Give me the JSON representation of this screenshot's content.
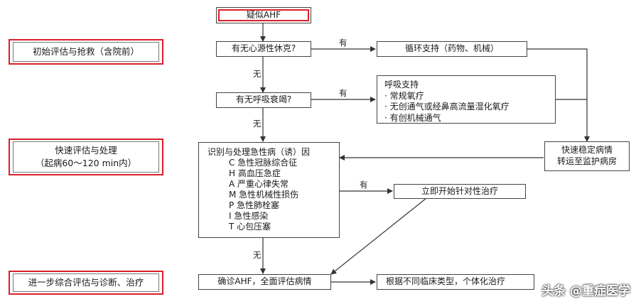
{
  "stages": {
    "initial": "初始评估与抢救（含院前）",
    "rapid_line1": "快速评估与处理",
    "rapid_line2": "（起病60～120 min内）",
    "further": "进一步综合评估与诊断、治疗"
  },
  "nodes": {
    "suspect": "疑似AHF",
    "shock_q": "有无心源性休克?",
    "circ_support": "循环支持（药物、机械）",
    "resp_q": "有无呼吸衰竭?",
    "resp_support_title": "呼吸支持",
    "resp_support_items": [
      "· 常规氧疗",
      "· 无创通气或经鼻高流量湿化氧疗",
      "· 有创机械通气"
    ],
    "stabilize_line1": "快速稳定病情",
    "stabilize_line2": "转运至监护病房",
    "identify_title": "识别与处理急性病（诱）因",
    "identify_items": [
      "C 急性冠脉综合征",
      "H 高血压急症",
      "A 严重心律失常",
      "M 急性机械性损伤",
      "P 急性肺栓塞",
      "I  急性感染",
      "T 心包压塞"
    ],
    "targeted": "立即开始针对性治疗",
    "confirm": "确诊AHF，全面评估病情",
    "individual": "根据不同临床类型，个体化治疗"
  },
  "labels": {
    "yes": "有",
    "no": "无"
  },
  "watermark": "头条 @重症医学",
  "colors": {
    "accent_red": "#d9202a",
    "line": "#333333"
  }
}
